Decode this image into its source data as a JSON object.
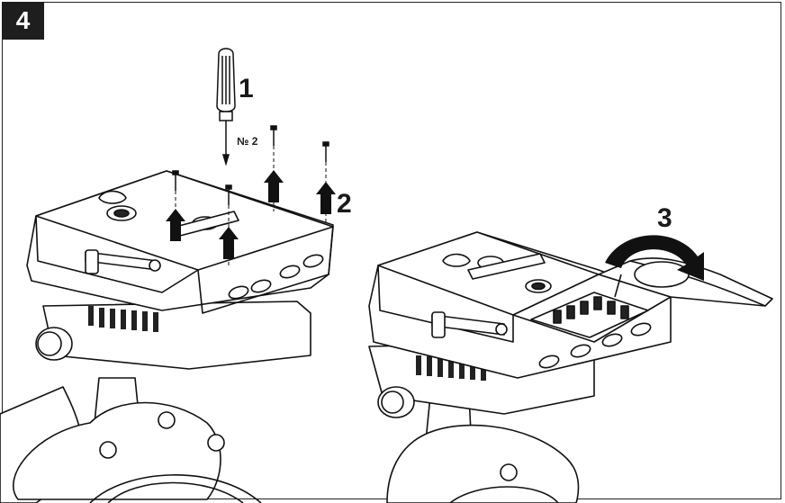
{
  "step_number": "4",
  "callouts": {
    "screwdriver": "1",
    "screws_removal": "2",
    "lid_rotation": "3"
  },
  "screwdriver_size": "№ 2",
  "icons": [
    "screwdriver-icon",
    "screw-icon",
    "up-arrow-icon",
    "rotation-arrow-icon"
  ]
}
